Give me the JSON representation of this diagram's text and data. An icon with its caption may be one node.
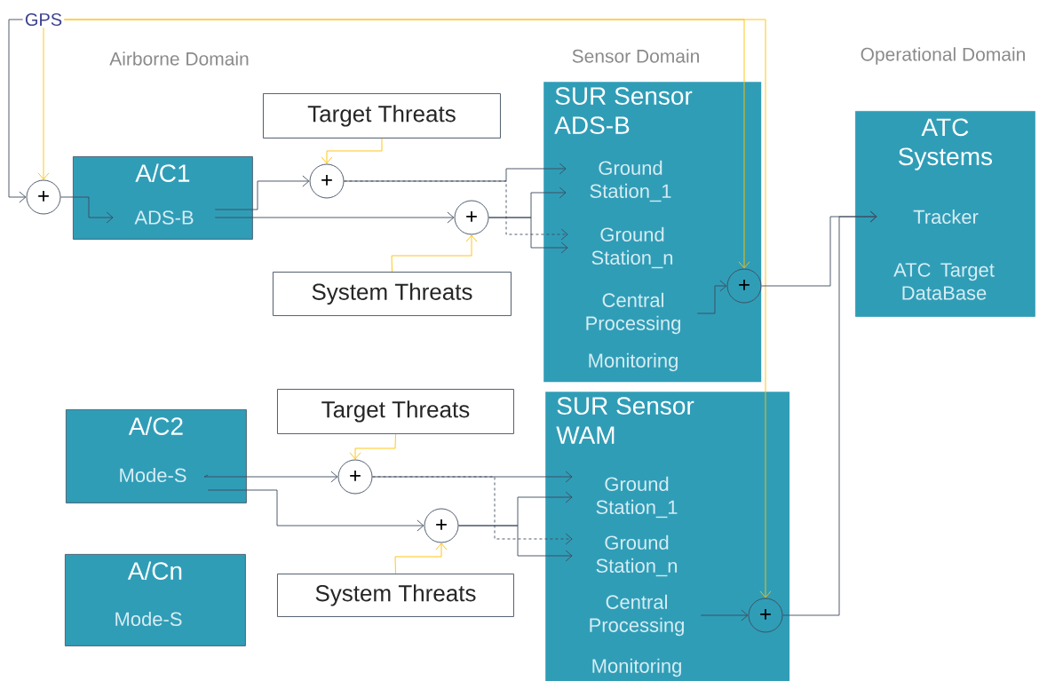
{
  "diagram": {
    "nodes": [
      {
        "text": [
          "GPS"
        ]
      },
      {
        "text": [
          "+"
        ]
      },
      {
        "text": [
          "A/C1"
        ]
      },
      {
        "text": [
          "ADS-B"
        ],
        "in": 2
      },
      {
        "text": [
          "Target Threats"
        ]
      },
      {
        "text": [
          "+"
        ]
      },
      {
        "text": [
          "System Threats"
        ]
      },
      {
        "text": [
          "+"
        ]
      },
      {
        "text": [
          "SUR Sensor ADS-B"
        ]
      },
      {
        "text": [
          "Ground Station_1"
        ],
        "in": 8
      },
      {
        "text": [
          "Ground Station_n"
        ],
        "in": 8
      },
      {
        "text": [
          "Central Processing"
        ],
        "in": 8
      },
      {
        "text": [
          "Monitoring"
        ],
        "in": 8
      },
      {
        "text": [
          "+"
        ],
        "in": 8
      },
      {
        "text": [
          "ATC Systems"
        ]
      },
      {
        "text": [
          "Tracker"
        ],
        "in": 14
      },
      {
        "text": [
          "ATC Target DataBase"
        ],
        "in": 14
      },
      {
        "text": [
          "A/C2"
        ]
      },
      {
        "text": [
          "Mode-S"
        ],
        "in": 17
      },
      {
        "text": [
          "Target Threats"
        ]
      },
      {
        "text": [
          "+"
        ]
      },
      {
        "text": [
          "System Threats"
        ]
      },
      {
        "text": [
          "+"
        ]
      },
      {
        "text": [
          "SUR Sensor WAM"
        ]
      },
      {
        "text": [
          "Ground Station_1"
        ],
        "in": 23
      },
      {
        "text": [
          "Ground Station_n"
        ],
        "in": 23
      },
      {
        "text": [
          "Central Processing"
        ],
        "in": 23
      },
      {
        "text": [
          "Monitoring"
        ],
        "in": 23
      },
      {
        "text": [
          "+"
        ],
        "in": 23
      },
      {
        "text": [
          "A/Cn"
        ]
      },
      {
        "text": [
          "Mode-S"
        ],
        "in": 29
      }
    ],
    "edges": [
      {
        "from": 0,
        "to": 1,
        "arrow": "to",
        "color": "#ffc000"
      },
      {
        "from": 0,
        "to": 1,
        "arrow": "to"
      },
      {
        "from": 0,
        "to": 13,
        "arrow": "to",
        "color": "#ffc000"
      },
      {
        "from": 0,
        "to": 28,
        "arrow": "to",
        "color": "#ffc000"
      },
      {
        "from": 1,
        "to": 3,
        "arrow": "to"
      },
      {
        "from": 3,
        "to": 5,
        "arrow": "to"
      },
      {
        "from": 3,
        "to": 7,
        "arrow": "to"
      },
      {
        "from": 4,
        "to": 5,
        "arrow": "to",
        "color": "#ffc000"
      },
      {
        "from": 6,
        "to": 7,
        "arrow": "to",
        "color": "#ffc000"
      },
      {
        "from": 5,
        "to": 9,
        "arrow": "to"
      },
      {
        "from": 5,
        "to": 10,
        "arrow": "to",
        "style": "dashed"
      },
      {
        "from": 7,
        "to": 9,
        "arrow": "to"
      },
      {
        "from": 7,
        "to": 10,
        "arrow": "to"
      },
      {
        "from": 11,
        "to": 13,
        "arrow": "to"
      },
      {
        "from": 13,
        "to": 15,
        "arrow": "to"
      },
      {
        "from": 28,
        "to": 15,
        "arrow": "to"
      },
      {
        "from": 18,
        "to": 20,
        "arrow": "to"
      },
      {
        "from": 18,
        "to": 22,
        "arrow": "to"
      },
      {
        "from": 19,
        "to": 20,
        "arrow": "to",
        "color": "#ffc000"
      },
      {
        "from": 21,
        "to": 22,
        "arrow": "to",
        "color": "#ffc000"
      },
      {
        "from": 20,
        "to": 24,
        "arrow": "to"
      },
      {
        "from": 20,
        "to": 25,
        "arrow": "to",
        "style": "dashed"
      },
      {
        "from": 22,
        "to": 24,
        "arrow": "to"
      },
      {
        "from": 22,
        "to": 25,
        "arrow": "to"
      },
      {
        "from": 26,
        "to": 28,
        "arrow": "to"
      }
    ],
    "labels": [
      "Airborne Domain",
      "Sensor Domain",
      "Operational Domain"
    ]
  }
}
